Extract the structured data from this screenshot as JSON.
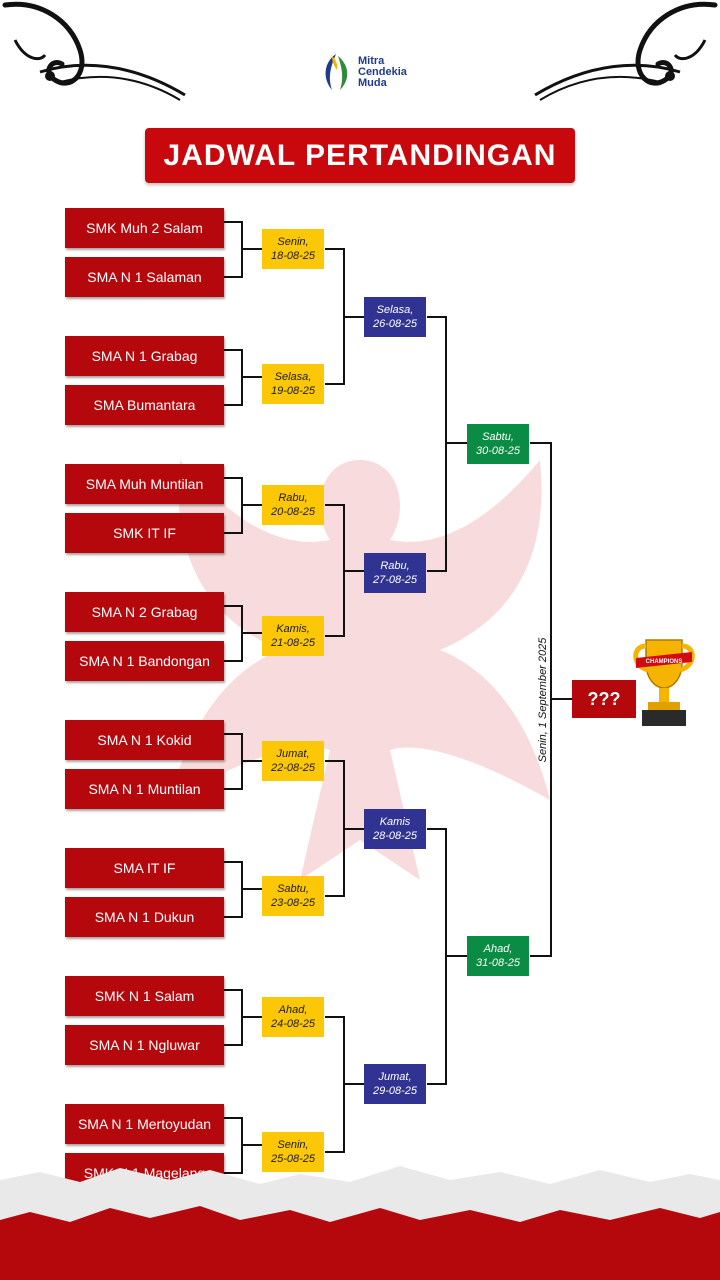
{
  "brand": {
    "line1": "Mitra",
    "line2": "Cendekia",
    "line3": "Muda"
  },
  "title": "JADWAL PERTANDINGAN",
  "teams": [
    "SMK Muh 2 Salam",
    "SMA N 1 Salaman",
    "SMA N 1 Grabag",
    "SMA Bumantara",
    "SMA Muh Muntilan",
    "SMK IT IF",
    "SMA N 2 Grabag",
    "SMA N 1 Bandongan",
    "SMA N 1 Kokid",
    "SMA N 1 Muntilan",
    "SMA IT IF",
    "SMA N 1 Dukun",
    "SMK N 1 Salam",
    "SMA N 1 Ngluwar",
    "SMA N 1 Mertoyudan",
    "SMK N 1 Magelang"
  ],
  "round1": [
    {
      "day": "Senin,",
      "date": "18-08-25"
    },
    {
      "day": "Selasa,",
      "date": "19-08-25"
    },
    {
      "day": "Rabu,",
      "date": "20-08-25"
    },
    {
      "day": "Kamis,",
      "date": "21-08-25"
    },
    {
      "day": "Jumat,",
      "date": "22-08-25"
    },
    {
      "day": "Sabtu,",
      "date": "23-08-25"
    },
    {
      "day": "Ahad,",
      "date": "24-08-25"
    },
    {
      "day": "Senin,",
      "date": "25-08-25"
    }
  ],
  "quarterfinals": [
    {
      "day": "Selasa,",
      "date": "26-08-25"
    },
    {
      "day": "Rabu,",
      "date": "27-08-25"
    },
    {
      "day": "Kamis",
      "date": "28-08-25"
    },
    {
      "day": "Jumat,",
      "date": "29-08-25"
    }
  ],
  "semifinals": [
    {
      "day": "Sabtu,",
      "date": "30-08-25"
    },
    {
      "day": "Ahad,",
      "date": "31-08-25"
    }
  ],
  "final": {
    "date": "Senin, 1 September 2025",
    "winner": "???"
  },
  "trophy": {
    "label": "CHAMPIONS"
  },
  "colors": {
    "red": "#b5080d",
    "yellow": "#fcc707",
    "blue": "#313393",
    "green": "#0a8c45"
  }
}
